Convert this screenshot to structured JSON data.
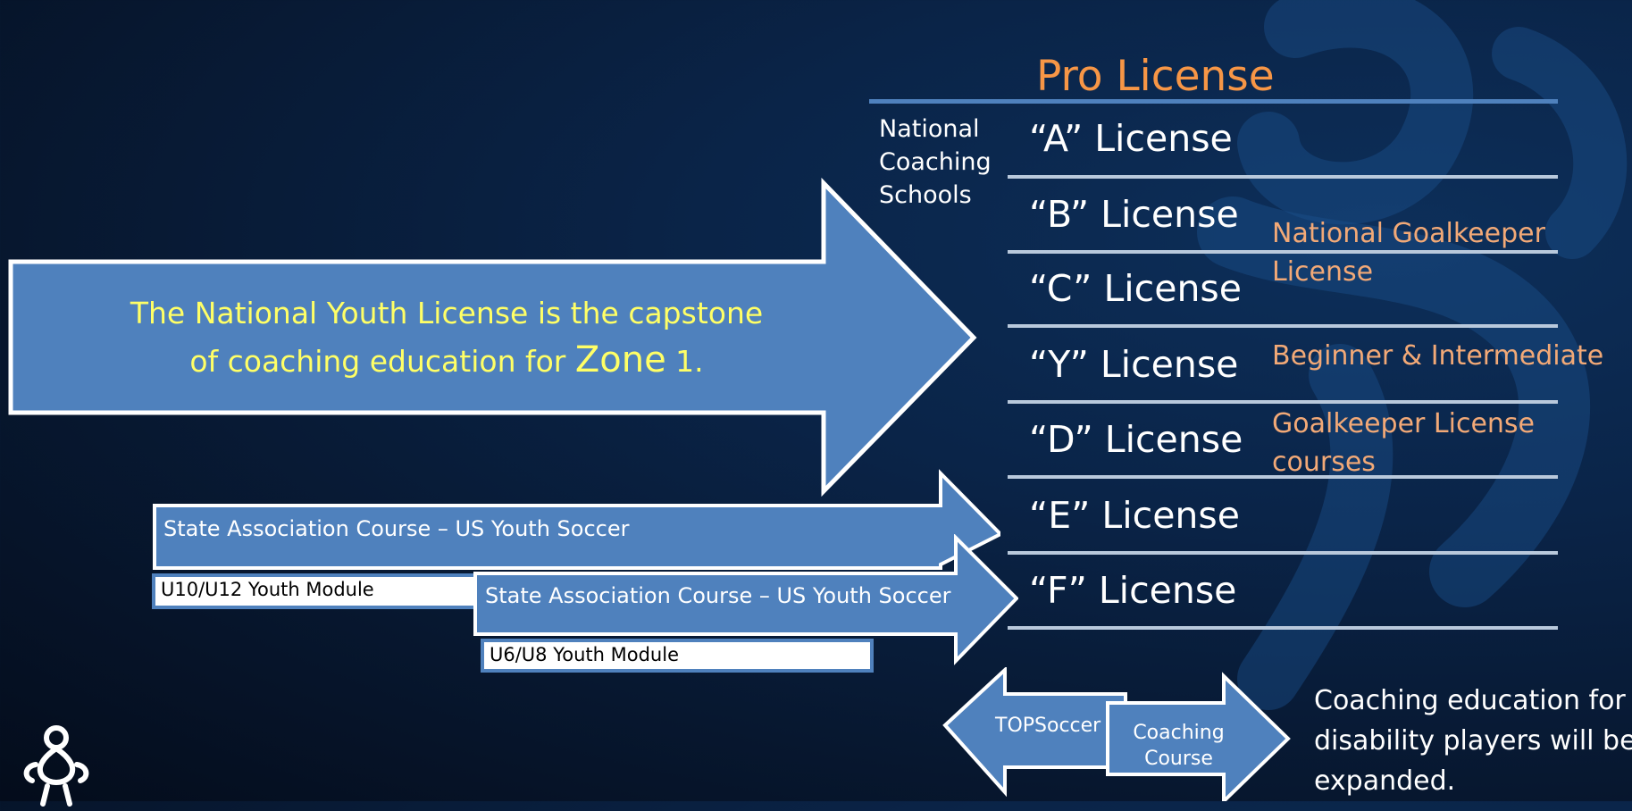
{
  "pro_license": "Pro License",
  "national_coaching_schools": [
    "National",
    "Coaching",
    "Schools"
  ],
  "licenses": [
    "“A” License",
    "“B” License",
    "“C” License",
    "“Y” License",
    "“D” License",
    "“E” License",
    "“F” License"
  ],
  "goalkeeper_note": [
    "National Goalkeeper",
    "License"
  ],
  "beginner_note": "Beginner & Intermediate",
  "gk_courses_note": [
    "Goalkeeper License",
    "courses"
  ],
  "capstone": {
    "line1": "The National Youth License is the capstone",
    "line2_prefix": "of coaching education for ",
    "zone_word": "Zone",
    "zone_number": " 1."
  },
  "state_course_1": "State Association Course – US Youth Soccer",
  "module_1": "U10/U12 Youth Module",
  "state_course_2": "State Association Course – US Youth Soccer",
  "module_2": "U6/U8 Youth Module",
  "topsoccer": "TOPSoccer",
  "coaching_course": [
    "Coaching",
    "Course"
  ],
  "disability_note": [
    "Coaching education for",
    "disability players will be",
    "expanded."
  ],
  "colors": {
    "arrow_fill": "#4f81bd",
    "orange": "#f79646",
    "light_orange": "#f2a977",
    "yellow_text": "#ffff66"
  }
}
